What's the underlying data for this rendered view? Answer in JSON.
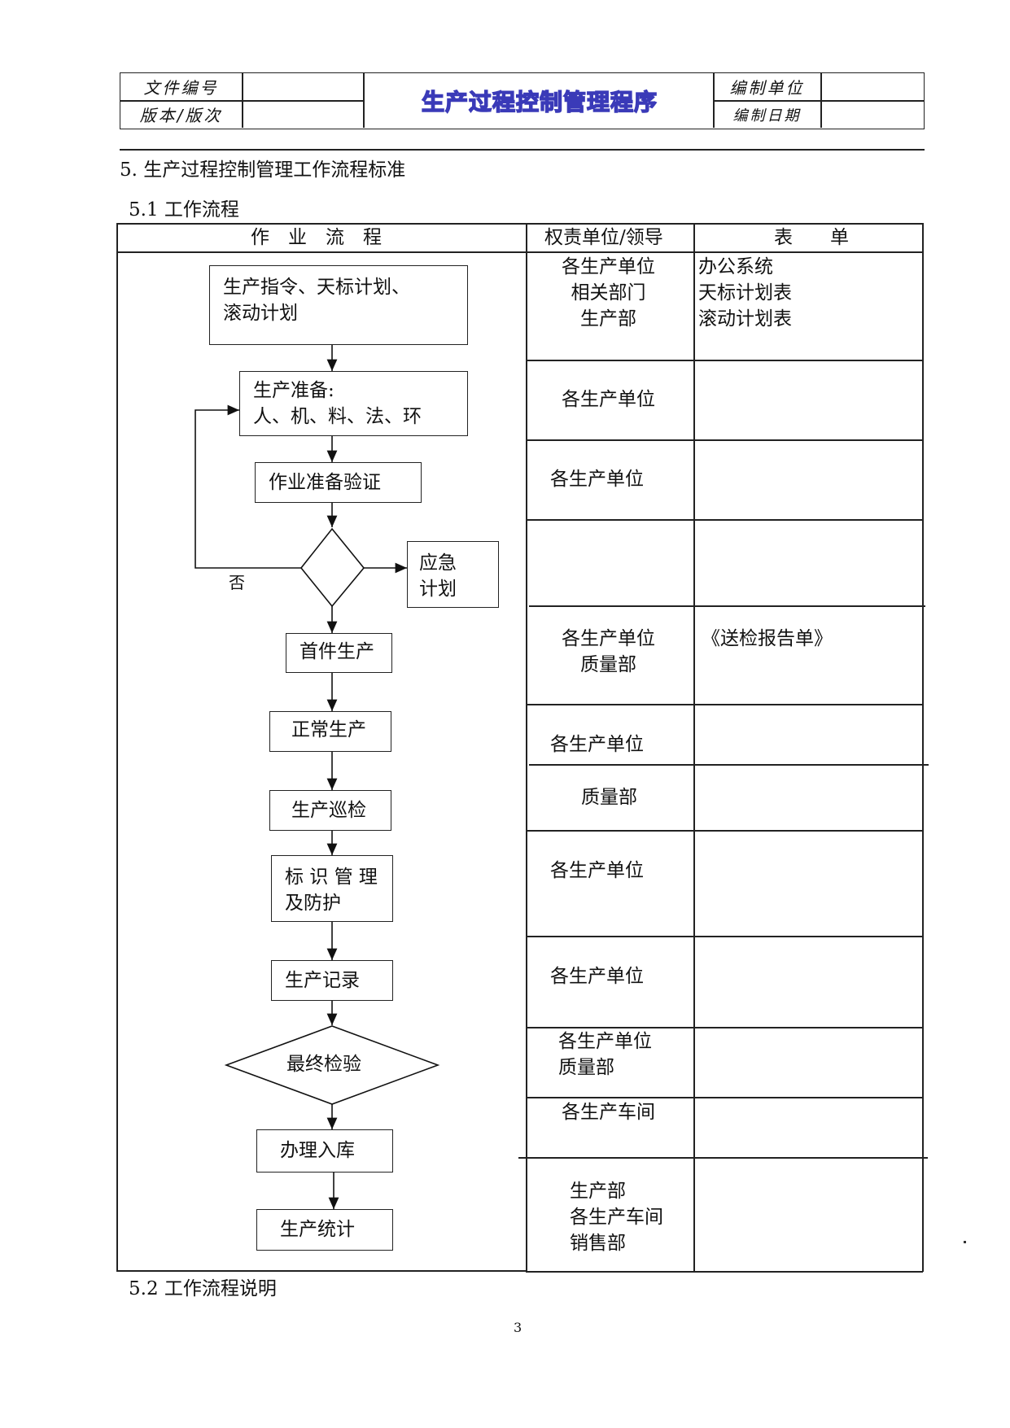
{
  "header": {
    "file_no_label": "文件编号",
    "version_label": "版本/版次",
    "title": "生产过程控制管理程序",
    "dept_label": "编制单位",
    "date_label": "编制日期"
  },
  "section_title": "5. 生产过程控制管理工作流程标准",
  "subsection_1": "5.1 工作流程",
  "subsection_2": "5.2 工作流程说明",
  "page_number": "3",
  "table_headers": {
    "flow": "作　业　流　程",
    "responsible": "权责单位/领导",
    "forms": "表　　单"
  },
  "flow_steps": {
    "step1_line1": "生产指令、天标计划、",
    "step1_line2": "滚动计划",
    "step2_line1": "生产准备:",
    "step2_line2": "人、机、料、法、环",
    "step3": "作业准备验证",
    "emergency_line1": "应急",
    "emergency_line2": "计划",
    "no_label": "否",
    "step4": "首件生产",
    "step5": "正常生产",
    "step6": "生产巡检",
    "step7_line1": "标 识 管 理",
    "step7_line2": "及防护",
    "step8": "生产记录",
    "step9": "最终检验",
    "step10": "办理入库",
    "step11": "生产统计"
  },
  "responsible_rows": [
    "各生产单位\n相关部门\n生产部",
    "各生产单位",
    "各生产单位",
    "",
    "各生产单位\n质量部",
    "各生产单位",
    "质量部",
    "各生产单位",
    "各生产单位",
    "各生产单位\n质量部",
    "各生产车间",
    "生产部\n各生产车间\n销售部"
  ],
  "form_rows": [
    "办公系统\n天标计划表\n滚动计划表",
    "",
    "",
    "",
    "《送检报告单》",
    "",
    "",
    "",
    "",
    "",
    "",
    ""
  ]
}
